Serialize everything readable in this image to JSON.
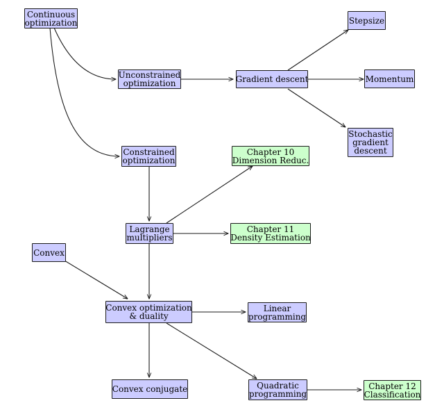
{
  "diagram": {
    "colors": {
      "topic": "#ccccff",
      "chapter": "#ccffcc",
      "stroke": "#1a1a1a"
    },
    "nodes": {
      "continuous_optimization": [
        "Continuous",
        "optimization"
      ],
      "unconstrained_optimization": [
        "Unconstrained",
        "optimization"
      ],
      "gradient_descent": [
        "Gradient descent"
      ],
      "stepsize": [
        "Stepsize"
      ],
      "momentum": [
        "Momentum"
      ],
      "stochastic_gradient_descent": [
        "Stochastic",
        "gradient",
        "descent"
      ],
      "constrained_optimization": [
        "Constrained",
        "optimization"
      ],
      "chapter10": [
        "Chapter 10",
        "Dimension Reduc."
      ],
      "lagrange_multipliers": [
        "Lagrange",
        "multipliers"
      ],
      "chapter11": [
        "Chapter 11",
        "Density Estimation"
      ],
      "convex": [
        "Convex"
      ],
      "convex_optimization_duality": [
        "Convex optimization",
        "& duality"
      ],
      "linear_programming": [
        "Linear",
        "programming"
      ],
      "convex_conjugate": [
        "Convex conjugate"
      ],
      "quadratic_programming": [
        "Quadratic",
        "programming"
      ],
      "chapter12": [
        "Chapter 12",
        "Classification"
      ]
    }
  }
}
